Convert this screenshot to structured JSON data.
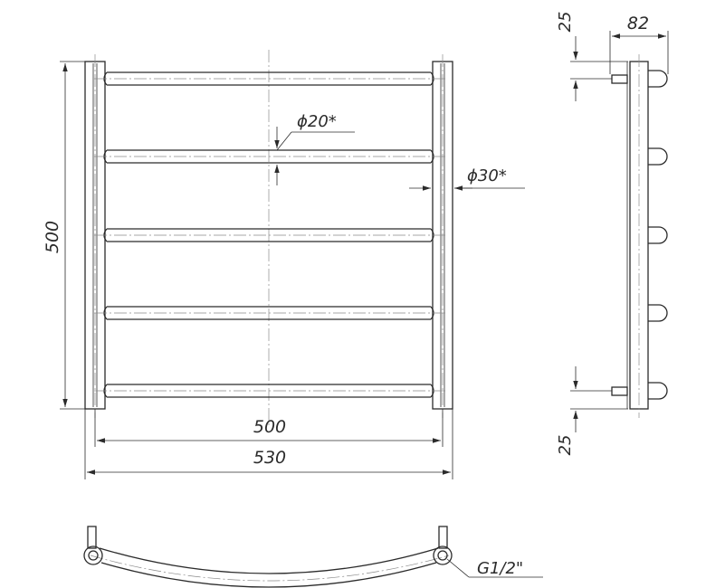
{
  "drawing": {
    "front_view": {
      "height_label": "500",
      "inner_width_label": "500",
      "outer_width_label": "530",
      "rung_diameter_label": "ϕ20*",
      "rail_diameter_label": "ϕ30*"
    },
    "side_view": {
      "depth_label": "82",
      "top_offset_label": "25",
      "bottom_offset_label": "25"
    },
    "top_view": {
      "thread_label": "G1/2\""
    }
  }
}
